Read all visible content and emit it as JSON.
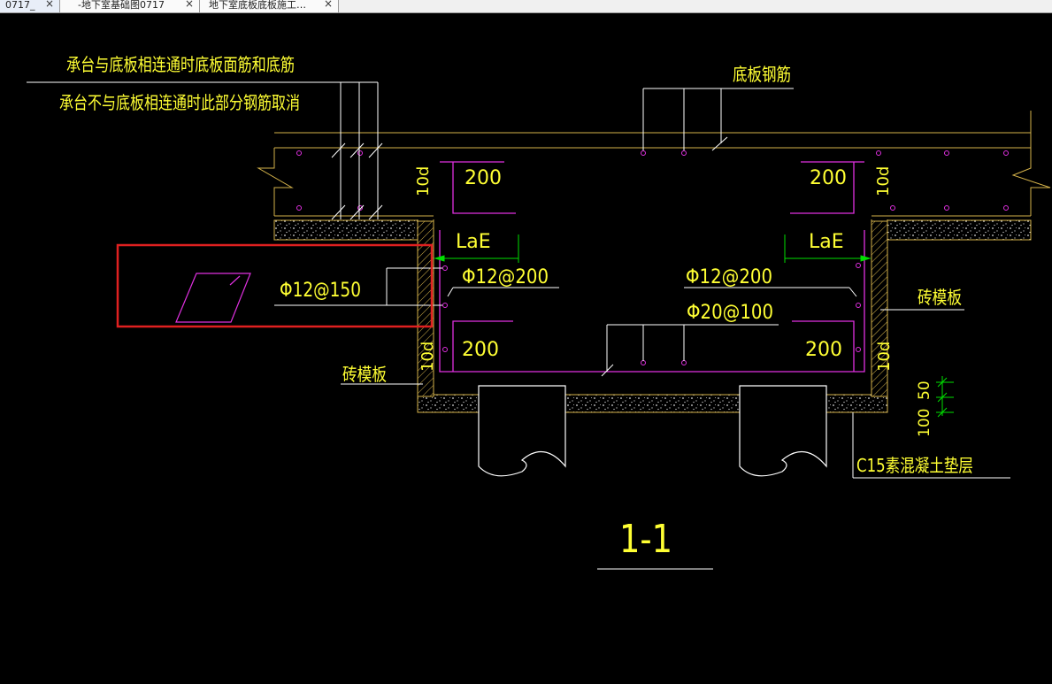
{
  "tabs": [
    {
      "label": "0717_",
      "close": "×"
    },
    {
      "label": "-地下室基础图0717",
      "close": "×"
    },
    {
      "label": "地下室底板底板施工…",
      "close": "×"
    }
  ],
  "drawing": {
    "note_line1": "承台与底板相连通时底板面筋和底筋",
    "note_line2": "承台不与底板相连通时此部分钢筋取消",
    "slab_rebar": "底板钢筋",
    "dim_200_tl": "200",
    "dim_200_tr": "200",
    "dim_200_bl": "200",
    "dim_200_br": "200",
    "dim_10d_tl": "10d",
    "dim_10d_tr": "10d",
    "dim_10d_bl": "10d",
    "dim_10d_br": "10d",
    "lae_left": "LaE",
    "lae_right": "LaE",
    "rebar_phi12_150": "Φ12@150",
    "rebar_phi12_200_left": "Φ12@200",
    "rebar_phi12_200_right": "Φ12@200",
    "rebar_phi20_100": "Φ20@100",
    "brick_form_left": "砖模板",
    "brick_form_right": "砖模板",
    "dim_50": "50",
    "dim_100": "100",
    "cushion": "C15素混凝土垫层",
    "section_label": "1-1"
  },
  "colors": {
    "line_yellow": "#d4b24a",
    "text_yellow": "#ffff33",
    "rebar_magenta": "#e030e0",
    "white": "#ffffff",
    "dim_green": "#00e000",
    "highlight_red": "#e02020"
  }
}
